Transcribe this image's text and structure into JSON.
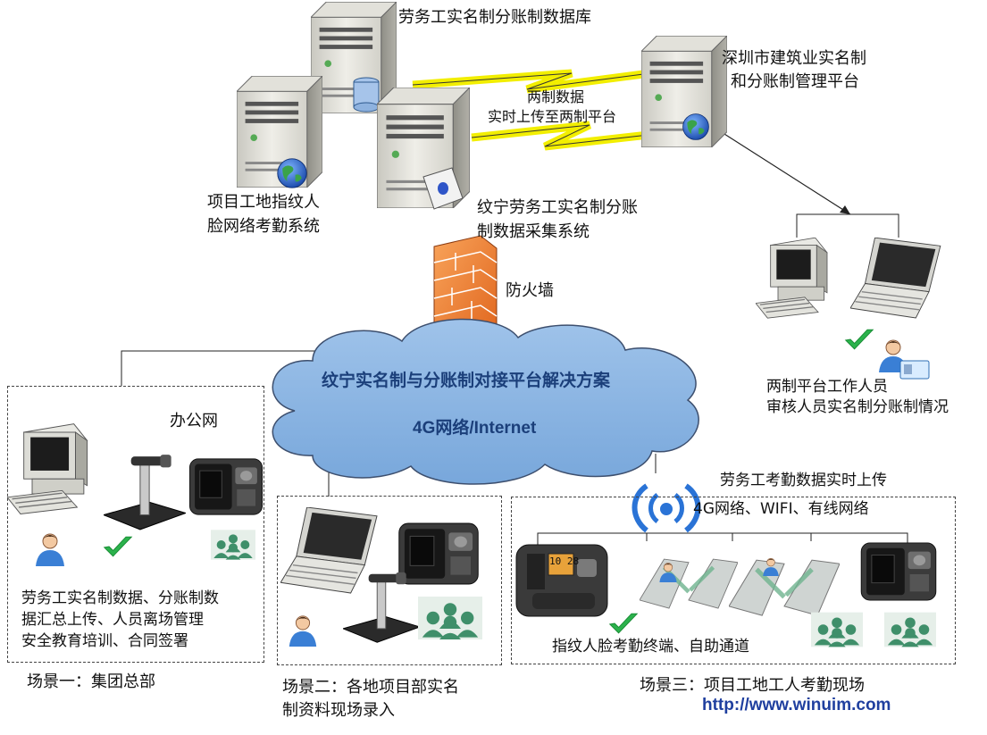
{
  "servers": {
    "db_label": "劳务工实名制分账制数据库",
    "platform_label_1": "深圳市建筑业实名制",
    "platform_label_2": "和分账制管理平台",
    "attendance_label_1": "项目工地指纹人",
    "attendance_label_2": "脸网络考勤系统",
    "collector_label_1": "纹宁劳务工实名制分账",
    "collector_label_2": "制数据采集系统"
  },
  "link": {
    "line1": "两制数据",
    "line2": "实时上传至两制平台"
  },
  "firewall_label": "防火墙",
  "cloud": {
    "title": "纹宁实名制与分账制对接平台解决方案",
    "subtitle": "4G网络/Internet"
  },
  "reviewer": {
    "line1": "两制平台工作人员",
    "line2": "审核人员实名制分账制情况"
  },
  "scene1": {
    "net_label": "办公网",
    "desc1": "劳务工实名制数据、分账制数",
    "desc2": "据汇总上传、人员离场管理",
    "desc3": "安全教育培训、合同签署",
    "caption": "场景一：集团总部"
  },
  "scene2": {
    "caption1": "场景二：各地项目部实名",
    "caption2": "制资料现场录入"
  },
  "scene3": {
    "upload_label": "劳务工考勤数据实时上传",
    "network_label": "4G网络、WIFI、有线网络",
    "terminal_label": "指纹人脸考勤终端、自助通道",
    "caption": "场景三：项目工地工人考勤现场"
  },
  "terminal_clock": "10 28",
  "url": "http://www.winuim.com"
}
